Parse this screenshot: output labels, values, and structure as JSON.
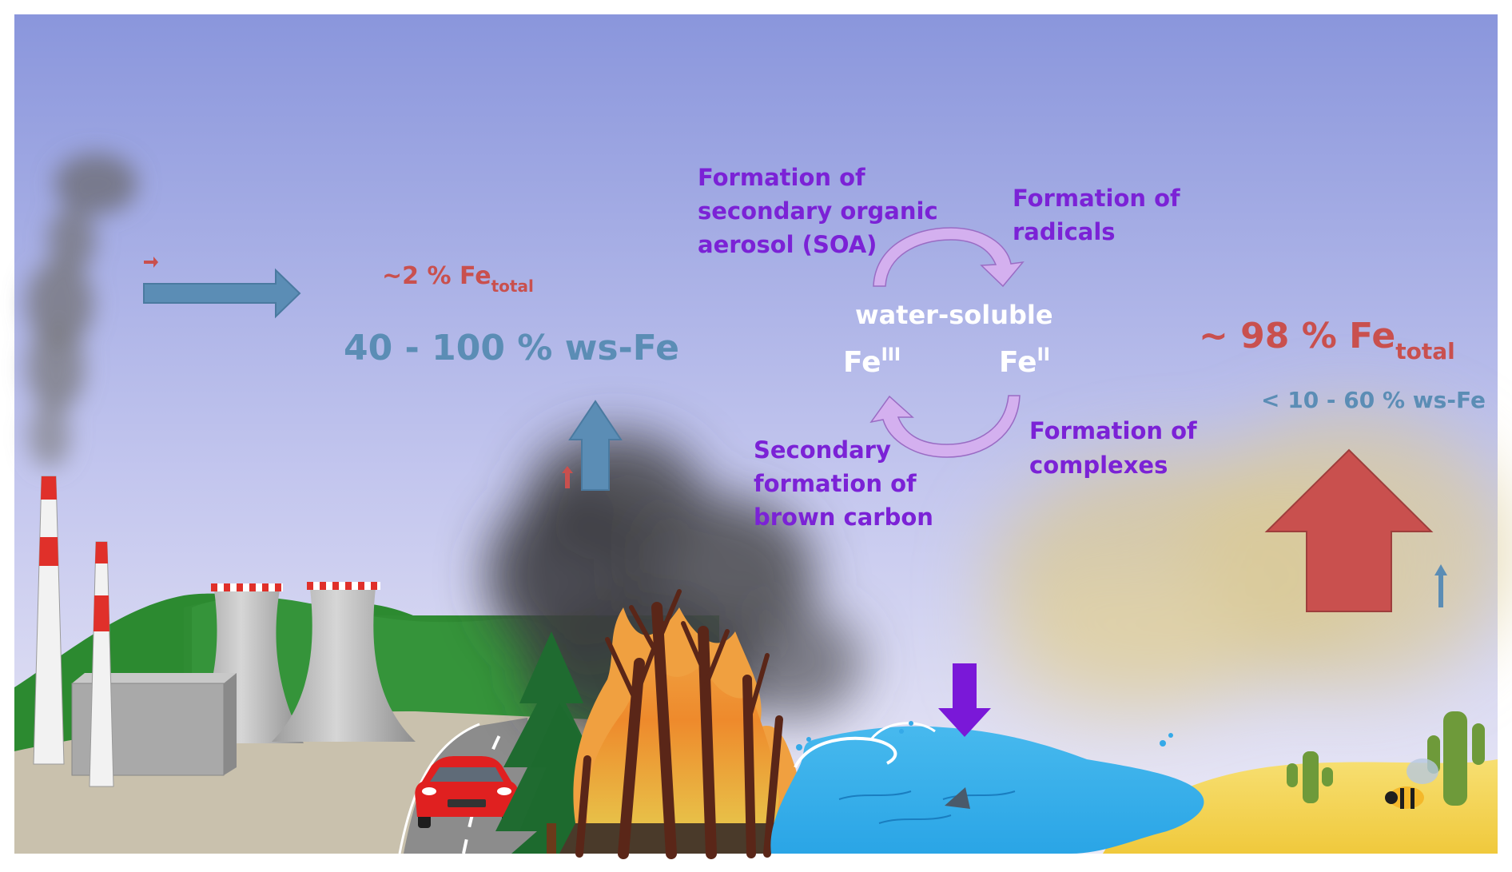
{
  "labels": {
    "fe_total_left": "~2 % Fe",
    "fe_total_left_sub": "total",
    "ws_fe_left": "40 - 100 % ws-Fe",
    "fe_total_right": "~ 98 % Fe",
    "fe_total_right_sub": "total",
    "ws_fe_right": "< 10 - 60 % ws-Fe",
    "water_soluble": "water-soluble",
    "fe3_base": "Fe",
    "fe3_sup": "III",
    "fe2_base": "Fe",
    "fe2_sup": "II"
  },
  "processes": {
    "soa_line1": "Formation of",
    "soa_line2": "secondary organic",
    "soa_line3": "aerosol (SOA)",
    "radicals_line1": "Formation of",
    "radicals_line2": "radicals",
    "complexes_line1": "Formation of",
    "complexes_line2": "complexes",
    "brown_line1": "Secondary",
    "brown_line2": "formation of",
    "brown_line3": "brown carbon"
  },
  "colors": {
    "anthropogenic": "#c9504e",
    "soluble": "#5b8db5",
    "process": "#7b22d6",
    "cycle_arrow": "#d4b0ef",
    "sky_top": "#8a96dc",
    "sky_bottom": "#e6e6f7",
    "deposition": "#7a18d8"
  }
}
